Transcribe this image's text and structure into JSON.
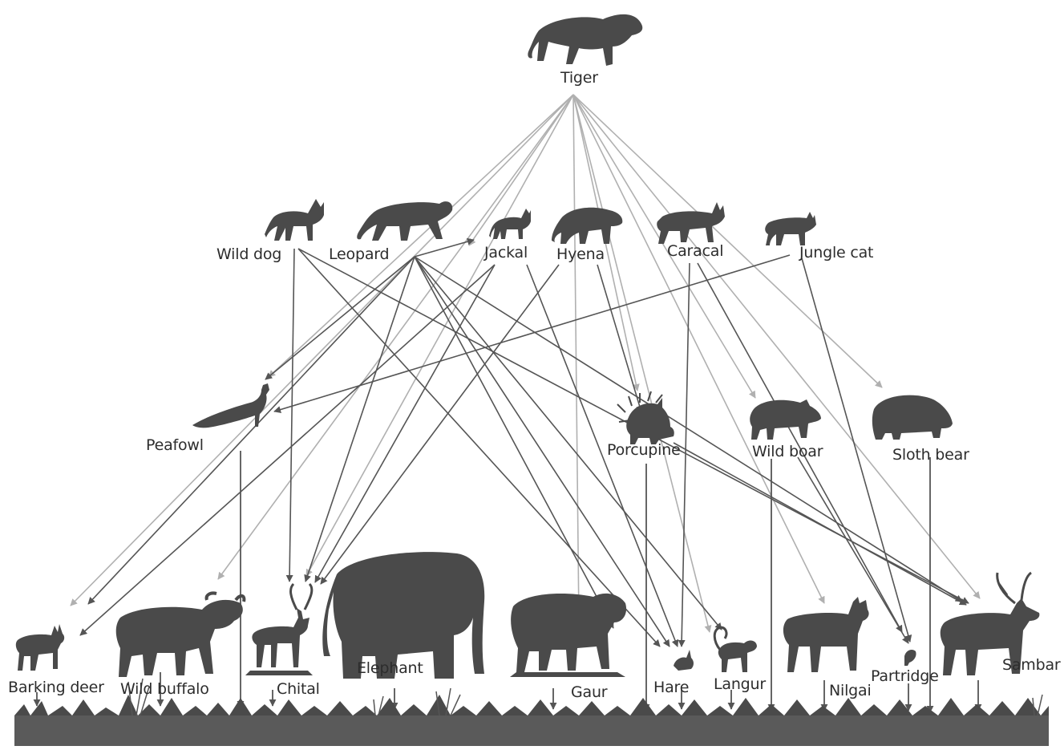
{
  "colors": {
    "animal": "#4a4a4a",
    "predation_arrow": "#555555",
    "tiger_arrow": "#b0b0b0",
    "grass": "#444444"
  },
  "apex": {
    "tiger": "Tiger"
  },
  "predators": {
    "wild_dog": "Wild dog",
    "leopard": "Leopard",
    "jackal": "Jackal",
    "hyena": "Hyena",
    "caracal": "Caracal",
    "jungle_cat": "Jungle cat"
  },
  "middle": {
    "peafowl": "Peafowl",
    "porcupine": "Porcupine",
    "wild_boar": "Wild boar",
    "sloth_bear": "Sloth bear"
  },
  "prey": {
    "barking_deer": "Barking deer",
    "wild_buffalo": "Wild buffalo",
    "chital": "Chital",
    "elephant": "Elephant",
    "gaur": "Gaur",
    "hare": "Hare",
    "langur": "Langur",
    "nilgai": "Nilgai",
    "partridge": "Partridge",
    "sambar": "Sambar"
  }
}
